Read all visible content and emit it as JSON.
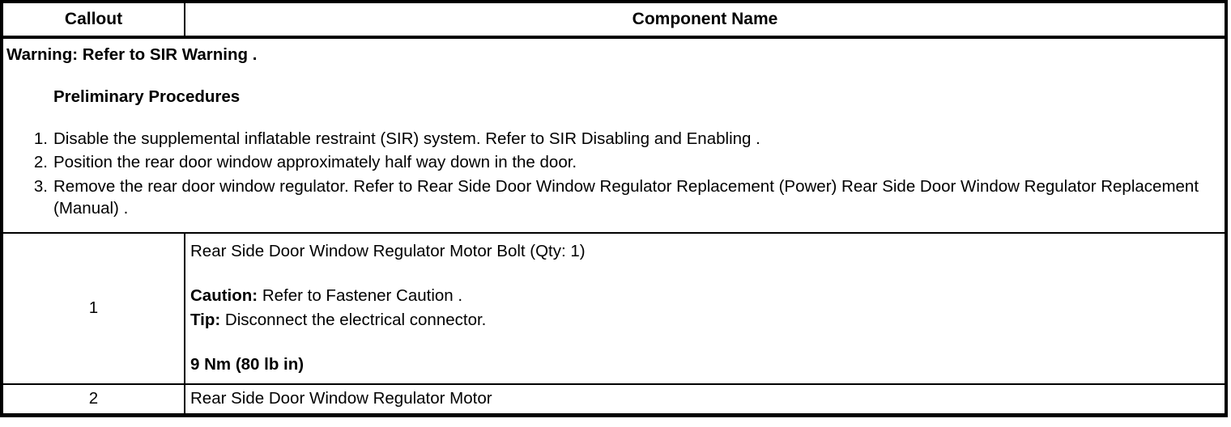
{
  "table": {
    "headers": {
      "callout": "Callout",
      "component_name": "Component Name"
    },
    "procedures": {
      "warning": "Warning: Refer to SIR Warning .",
      "preliminary_heading": "Preliminary Procedures",
      "steps": [
        "Disable the supplemental inflatable restraint (SIR) system. Refer to SIR Disabling and Enabling .",
        "Position the rear door window approximately half way down in the door.",
        "Remove the rear door window regulator. Refer to Rear Side Door Window Regulator Replacement (Power) Rear Side Door Window Regulator Replacement (Manual) ."
      ]
    },
    "rows": [
      {
        "callout": "1",
        "name": "Rear Side Door Window Regulator Motor Bolt (Qty: 1)",
        "caution_label": "Caution:",
        "caution_text": " Refer to Fastener Caution .",
        "tip_label": "Tip:",
        "tip_text": " Disconnect the electrical connector.",
        "torque": "9 Nm (80 lb in)"
      },
      {
        "callout": "2",
        "name": "Rear Side Door Window Regulator Motor"
      }
    ]
  }
}
